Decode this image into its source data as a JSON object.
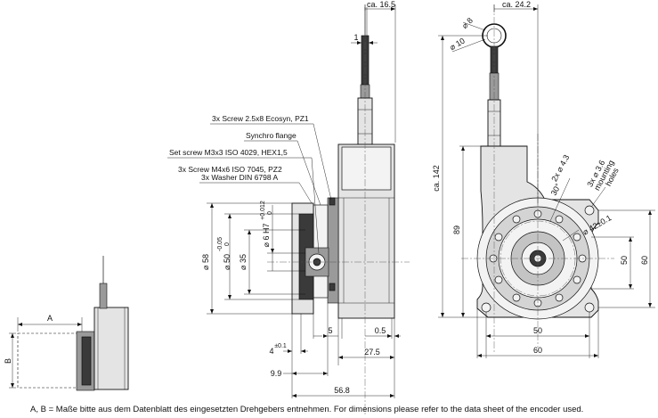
{
  "callouts": {
    "screw_ecosyn": "3x Screw 2.5x8 Ecosyn, PZ1",
    "synchro_flange": "Synchro flange",
    "set_screw": "Set screw M3x3 ISO 4029, HEX1,5",
    "screw_iso7045": "3x Screw M4x6 ISO 7045, PZ2",
    "washer": "3x Washer DIN 6798 A"
  },
  "side_view": {
    "ca_16_5": "ca. 16.5",
    "dim_1": "1",
    "dia_58": "⌀ 58",
    "dia_50": "⌀ 50",
    "dia_50_tol": "-0.05",
    "dia_50_tol_low": "0",
    "dia_35": "⌀ 35",
    "dia_6": "⌀ 6 H7",
    "dia_6_tol": "+0.012",
    "dia_6_tol_low": "0",
    "dim_5": "5",
    "dim_0_5": "0.5",
    "dim_4": "4",
    "dim_4_tol": "±0.1",
    "dim_27_5": "27.5",
    "dim_9_9": "9.9",
    "dim_56_8": "56.8"
  },
  "front_view": {
    "ca_24_2": "ca. 24.2",
    "dia_8": "⌀ 8",
    "dia_10": "⌀ 10",
    "ca_142": "ca. 142",
    "dim_89": "89",
    "hole_4_3": "2x ⌀ 4.3",
    "angle_30": "30°",
    "mount_holes_line1": "3x ⌀ 3.6",
    "mount_holes_line2": "mounting",
    "mount_holes_line3": "holes",
    "dia_42": "⌀ 42±0.1",
    "dim_50_v": "50",
    "dim_60_v": "60",
    "dim_50_h": "50",
    "dim_60_h": "60"
  },
  "thumbnail": {
    "label_a": "A",
    "label_b": "B"
  },
  "footer": {
    "caption": "A, B = Maße bitte aus dem Datenblatt des eingesetzten Drehgebers entnehmen.  For dimensions please refer to the data sheet of the encoder used."
  }
}
